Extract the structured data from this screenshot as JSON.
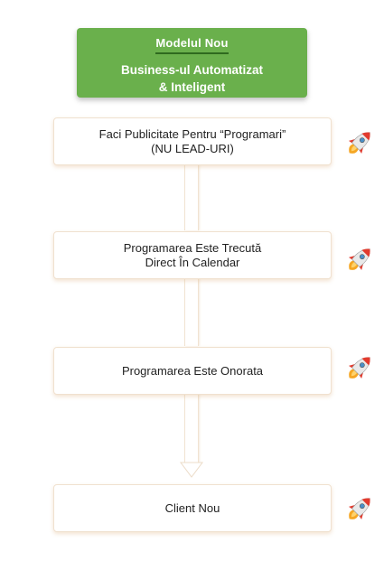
{
  "header": {
    "title": "Modelul Nou",
    "line1": "Business-ul Automatizat",
    "line2": "& Inteligent"
  },
  "steps": [
    {
      "line1": "Faci Publicitate Pentru “Programari”",
      "line2": "(NU LEAD-URI)"
    },
    {
      "line1": "Programarea Este Trecută",
      "line2": "Direct În Calendar"
    },
    {
      "line1": "Programarea Este Onorata",
      "line2": ""
    },
    {
      "line1": "Client Nou",
      "line2": ""
    }
  ],
  "icons": [
    "rocket-icon",
    "rocket-icon",
    "rocket-icon",
    "rocket-icon"
  ],
  "colors": {
    "header_green": "#6ab04c",
    "header_underline": "#2f6a1f",
    "box_border": "#f0e1cf",
    "rocket_body": "#e9e9e9",
    "rocket_red": "#e23b2e",
    "flame": "#f5a623"
  }
}
